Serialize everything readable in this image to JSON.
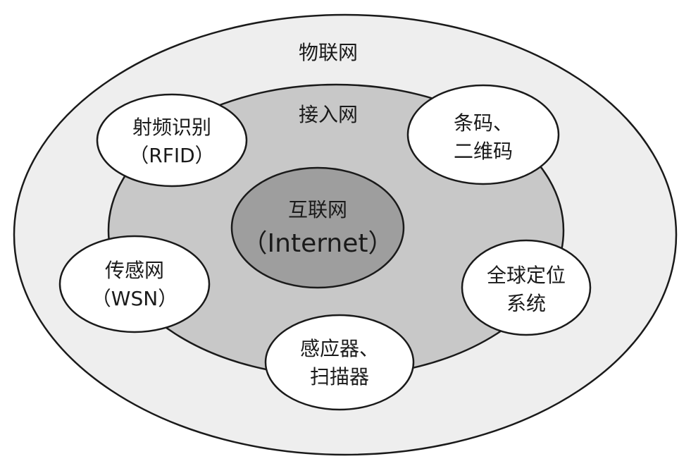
{
  "layers": {
    "outer": {
      "label": "物联网",
      "fill": "#eeeeee"
    },
    "middle": {
      "label": "接入网",
      "fill": "#c8c8c8"
    },
    "core": {
      "label_line1": "互联网",
      "label_line2": "（Internet）",
      "fill": "#9e9e9e"
    }
  },
  "nodes": {
    "rfid": {
      "line1": "射频识别",
      "line2": "（RFID）"
    },
    "barcode": {
      "line1": "条码、",
      "line2": "二维码"
    },
    "wsn": {
      "line1": "传感网",
      "line2": "（WSN）"
    },
    "gps": {
      "line1": "全球定位",
      "line2": "系统"
    },
    "sensor": {
      "line1": "感应器、",
      "line2": "扫描器"
    }
  },
  "colors": {
    "stroke": "#1a1a1a",
    "node_fill": "#ffffff"
  }
}
